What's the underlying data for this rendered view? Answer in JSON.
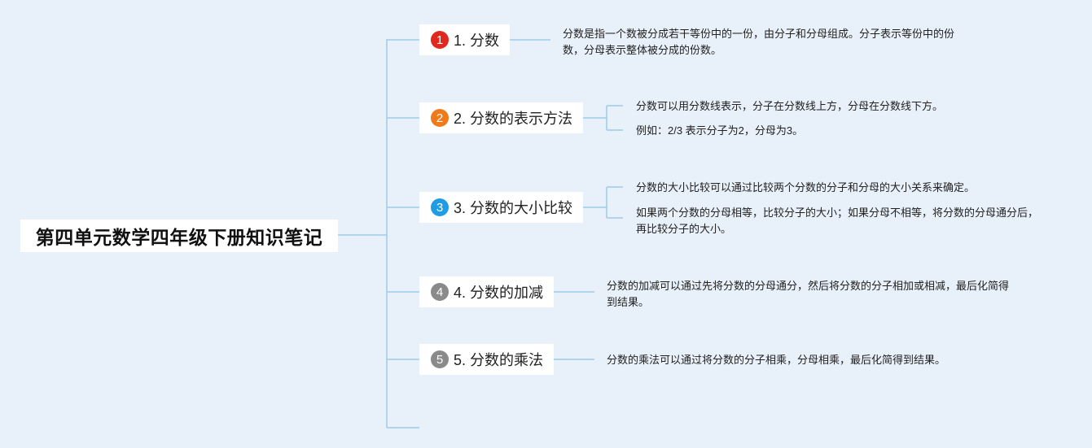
{
  "root": {
    "label": "第四单元数学四年级下册知识笔记"
  },
  "topics": [
    {
      "number": "1",
      "badge_color": "#e0281e",
      "label": "1. 分数",
      "notes": [
        "分数是指一个数被分成若干等份中的一份，由分子和分母组成。分子表示等份中的份数，分母表示整体被分成的份数。"
      ]
    },
    {
      "number": "2",
      "badge_color": "#ef7a1a",
      "label": "2. 分数的表示方法",
      "notes": [
        "分数可以用分数线表示，分子在分数线上方，分母在分数线下方。",
        "例如：2/3 表示分子为2，分母为3。"
      ]
    },
    {
      "number": "3",
      "badge_color": "#1f9ce3",
      "label": "3. 分数的大小比较",
      "notes": [
        "分数的大小比较可以通过比较两个分数的分子和分母的大小关系来确定。",
        "如果两个分数的分母相等，比较分子的大小；如果分母不相等，将分数的分母通分后，再比较分子的大小。"
      ]
    },
    {
      "number": "4",
      "badge_color": "#8a8a8a",
      "label": "4. 分数的加减",
      "notes": [
        "分数的加减可以通过先将分数的分母通分，然后将分数的分子相加或相减，最后化简得到结果。"
      ]
    },
    {
      "number": "5",
      "badge_color": "#8a8a8a",
      "label": "5. 分数的乘法",
      "notes": [
        "分数的乘法可以通过将分数的分子相乘，分母相乘，最后化简得到结果。"
      ]
    }
  ],
  "line_color": "#9ccbe8"
}
